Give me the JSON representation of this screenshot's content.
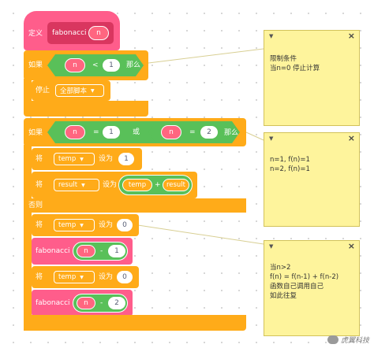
{
  "define_block": {
    "label": "定义",
    "function_name": "fabonacci",
    "param": "n"
  },
  "if_block_1": {
    "label_if": "如果",
    "var": "n",
    "operator": "<",
    "value": "1",
    "label_then": "那么"
  },
  "stop_block": {
    "label": "停止",
    "option": "全部脚本"
  },
  "if_block_2": {
    "label_if": "如果",
    "cond_a_var": "n",
    "cond_a_op": "=",
    "cond_a_value": "1",
    "or_label": "或",
    "cond_b_var": "n",
    "cond_b_op": "=",
    "cond_b_value": "2",
    "label_then": "那么"
  },
  "set_temp_1": {
    "label": "将",
    "variable": "temp",
    "set_label": "设为",
    "value": "1"
  },
  "set_result": {
    "label": "将",
    "variable": "result",
    "set_label": "设为",
    "left": "temp",
    "op": "+",
    "right": "result"
  },
  "else_label": "否则",
  "set_temp_0a": {
    "label": "将",
    "variable": "temp",
    "set_label": "设为",
    "value": "0"
  },
  "call_1": {
    "function_name": "fabonacci",
    "var": "n",
    "op": "-",
    "value": "1"
  },
  "set_temp_0b": {
    "label": "将",
    "variable": "temp",
    "set_label": "设为",
    "value": "0"
  },
  "call_2": {
    "function_name": "fabonacci",
    "var": "n",
    "op": "-",
    "value": "2"
  },
  "notes": [
    {
      "text": "限制条件\n当n=0 停止计算"
    },
    {
      "text": "n=1, f(n)=1\nn=2, f(n)=1"
    },
    {
      "text": "当n>2\nf(n) = f(n-1) + f(n-2)\n函数自己调用自己\n如此往复"
    }
  ],
  "watermark": "虎翼科技",
  "colors": {
    "define": "#ff5d8b",
    "control": "#ffab19",
    "operator": "#59c059",
    "note": "#fef49c"
  }
}
